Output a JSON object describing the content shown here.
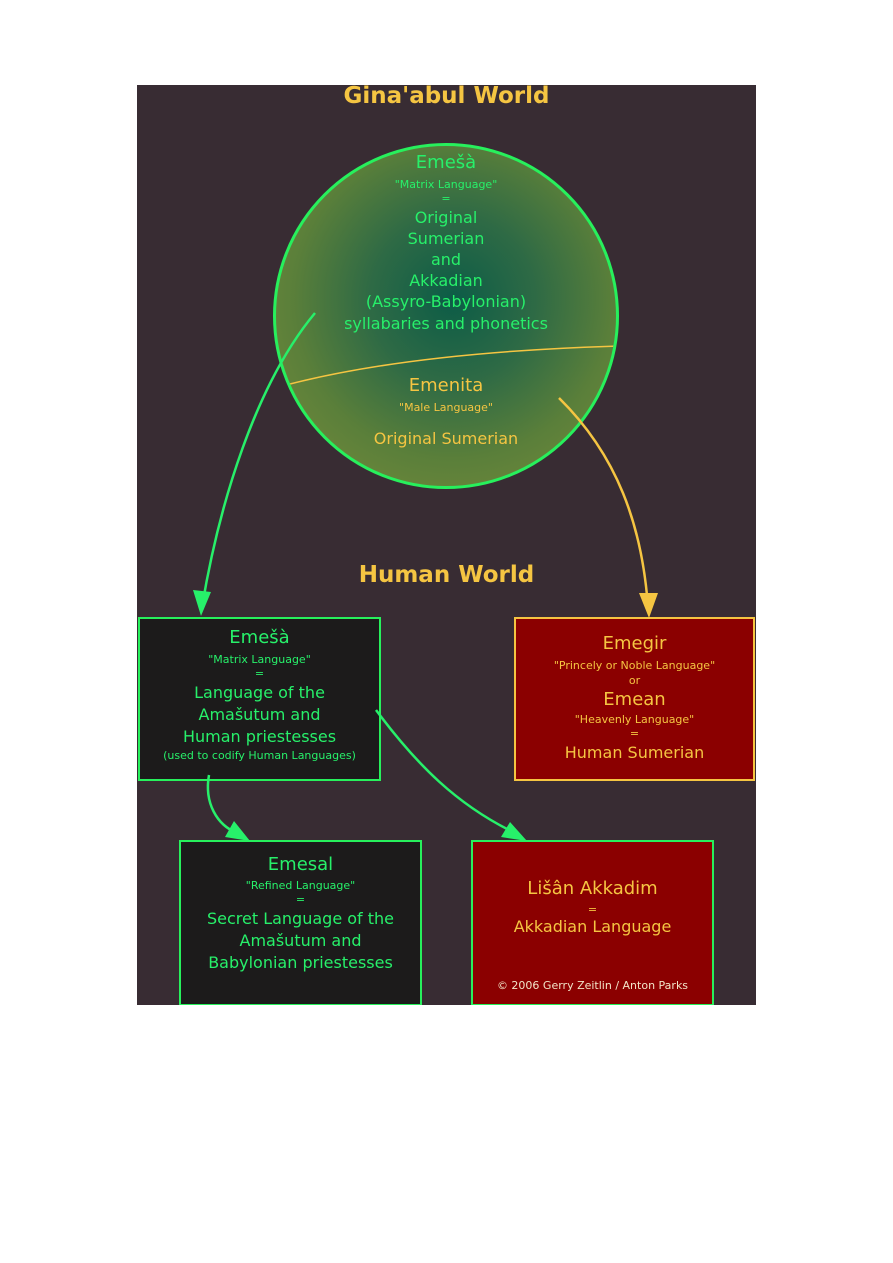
{
  "colors": {
    "panel_bg": "#382c33",
    "green_text": "#27f06a",
    "yellow_text": "#f5c542",
    "green_border": "#27f05c",
    "yellow_border": "#f5c542",
    "dark_box": "#1c1b1b",
    "red_box": "#8b0000"
  },
  "gina_world": {
    "heading": "Gina'abul World",
    "emesa": {
      "name": "Emešà",
      "subtitle": "\"Matrix Language\"",
      "equals": "=",
      "lines": [
        "Original",
        "Sumerian",
        "and",
        "Akkadian",
        "(Assyro-Babylonian)",
        "syllabaries and phonetics"
      ]
    },
    "emenita": {
      "name": "Emenita",
      "subtitle": "\"Male Language\"",
      "desc": "Original Sumerian"
    }
  },
  "human_world": {
    "heading": "Human World",
    "emesa_box": {
      "name": "Emešà",
      "subtitle": "\"Matrix Language\"",
      "equals": "=",
      "lines": [
        "Language of the",
        "Amašutum and",
        "Human priestesses"
      ],
      "note": "(used to codify Human Languages)"
    },
    "emegir_box": {
      "name": "Emegir",
      "subtitle": "\"Princely or Noble Language\"",
      "or": "or",
      "name2": "Emean",
      "subtitle2": "\"Heavenly Language\"",
      "equals": "=",
      "desc": "Human Sumerian"
    },
    "emesal_box": {
      "name": "Emesal",
      "subtitle": "\"Refined Language\"",
      "equals": "=",
      "lines": [
        "Secret Language of the",
        "Amašutum and",
        "Babylonian priestesses"
      ]
    },
    "lisan_box": {
      "name": "Lišân Akkadim",
      "equals": "=",
      "desc": "Akkadian Language",
      "copyright": "© 2006 Gerry Zeitlin / Anton Parks"
    }
  }
}
